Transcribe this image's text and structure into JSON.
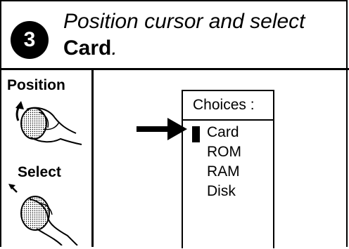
{
  "step": {
    "number": "3",
    "line1": "Position cursor and select",
    "line2_bold": "Card",
    "line2_end": "."
  },
  "sidebar": {
    "position_label": "Position",
    "select_label": "Select",
    "position_icon": "rotate-knob-hand-icon",
    "select_icon": "press-knob-hand-icon"
  },
  "menu": {
    "title": "Choices :",
    "items": [
      "Card",
      "ROM",
      "RAM",
      "Disk"
    ],
    "selected": "Card"
  },
  "pointer_icon": "arrow-right-icon"
}
